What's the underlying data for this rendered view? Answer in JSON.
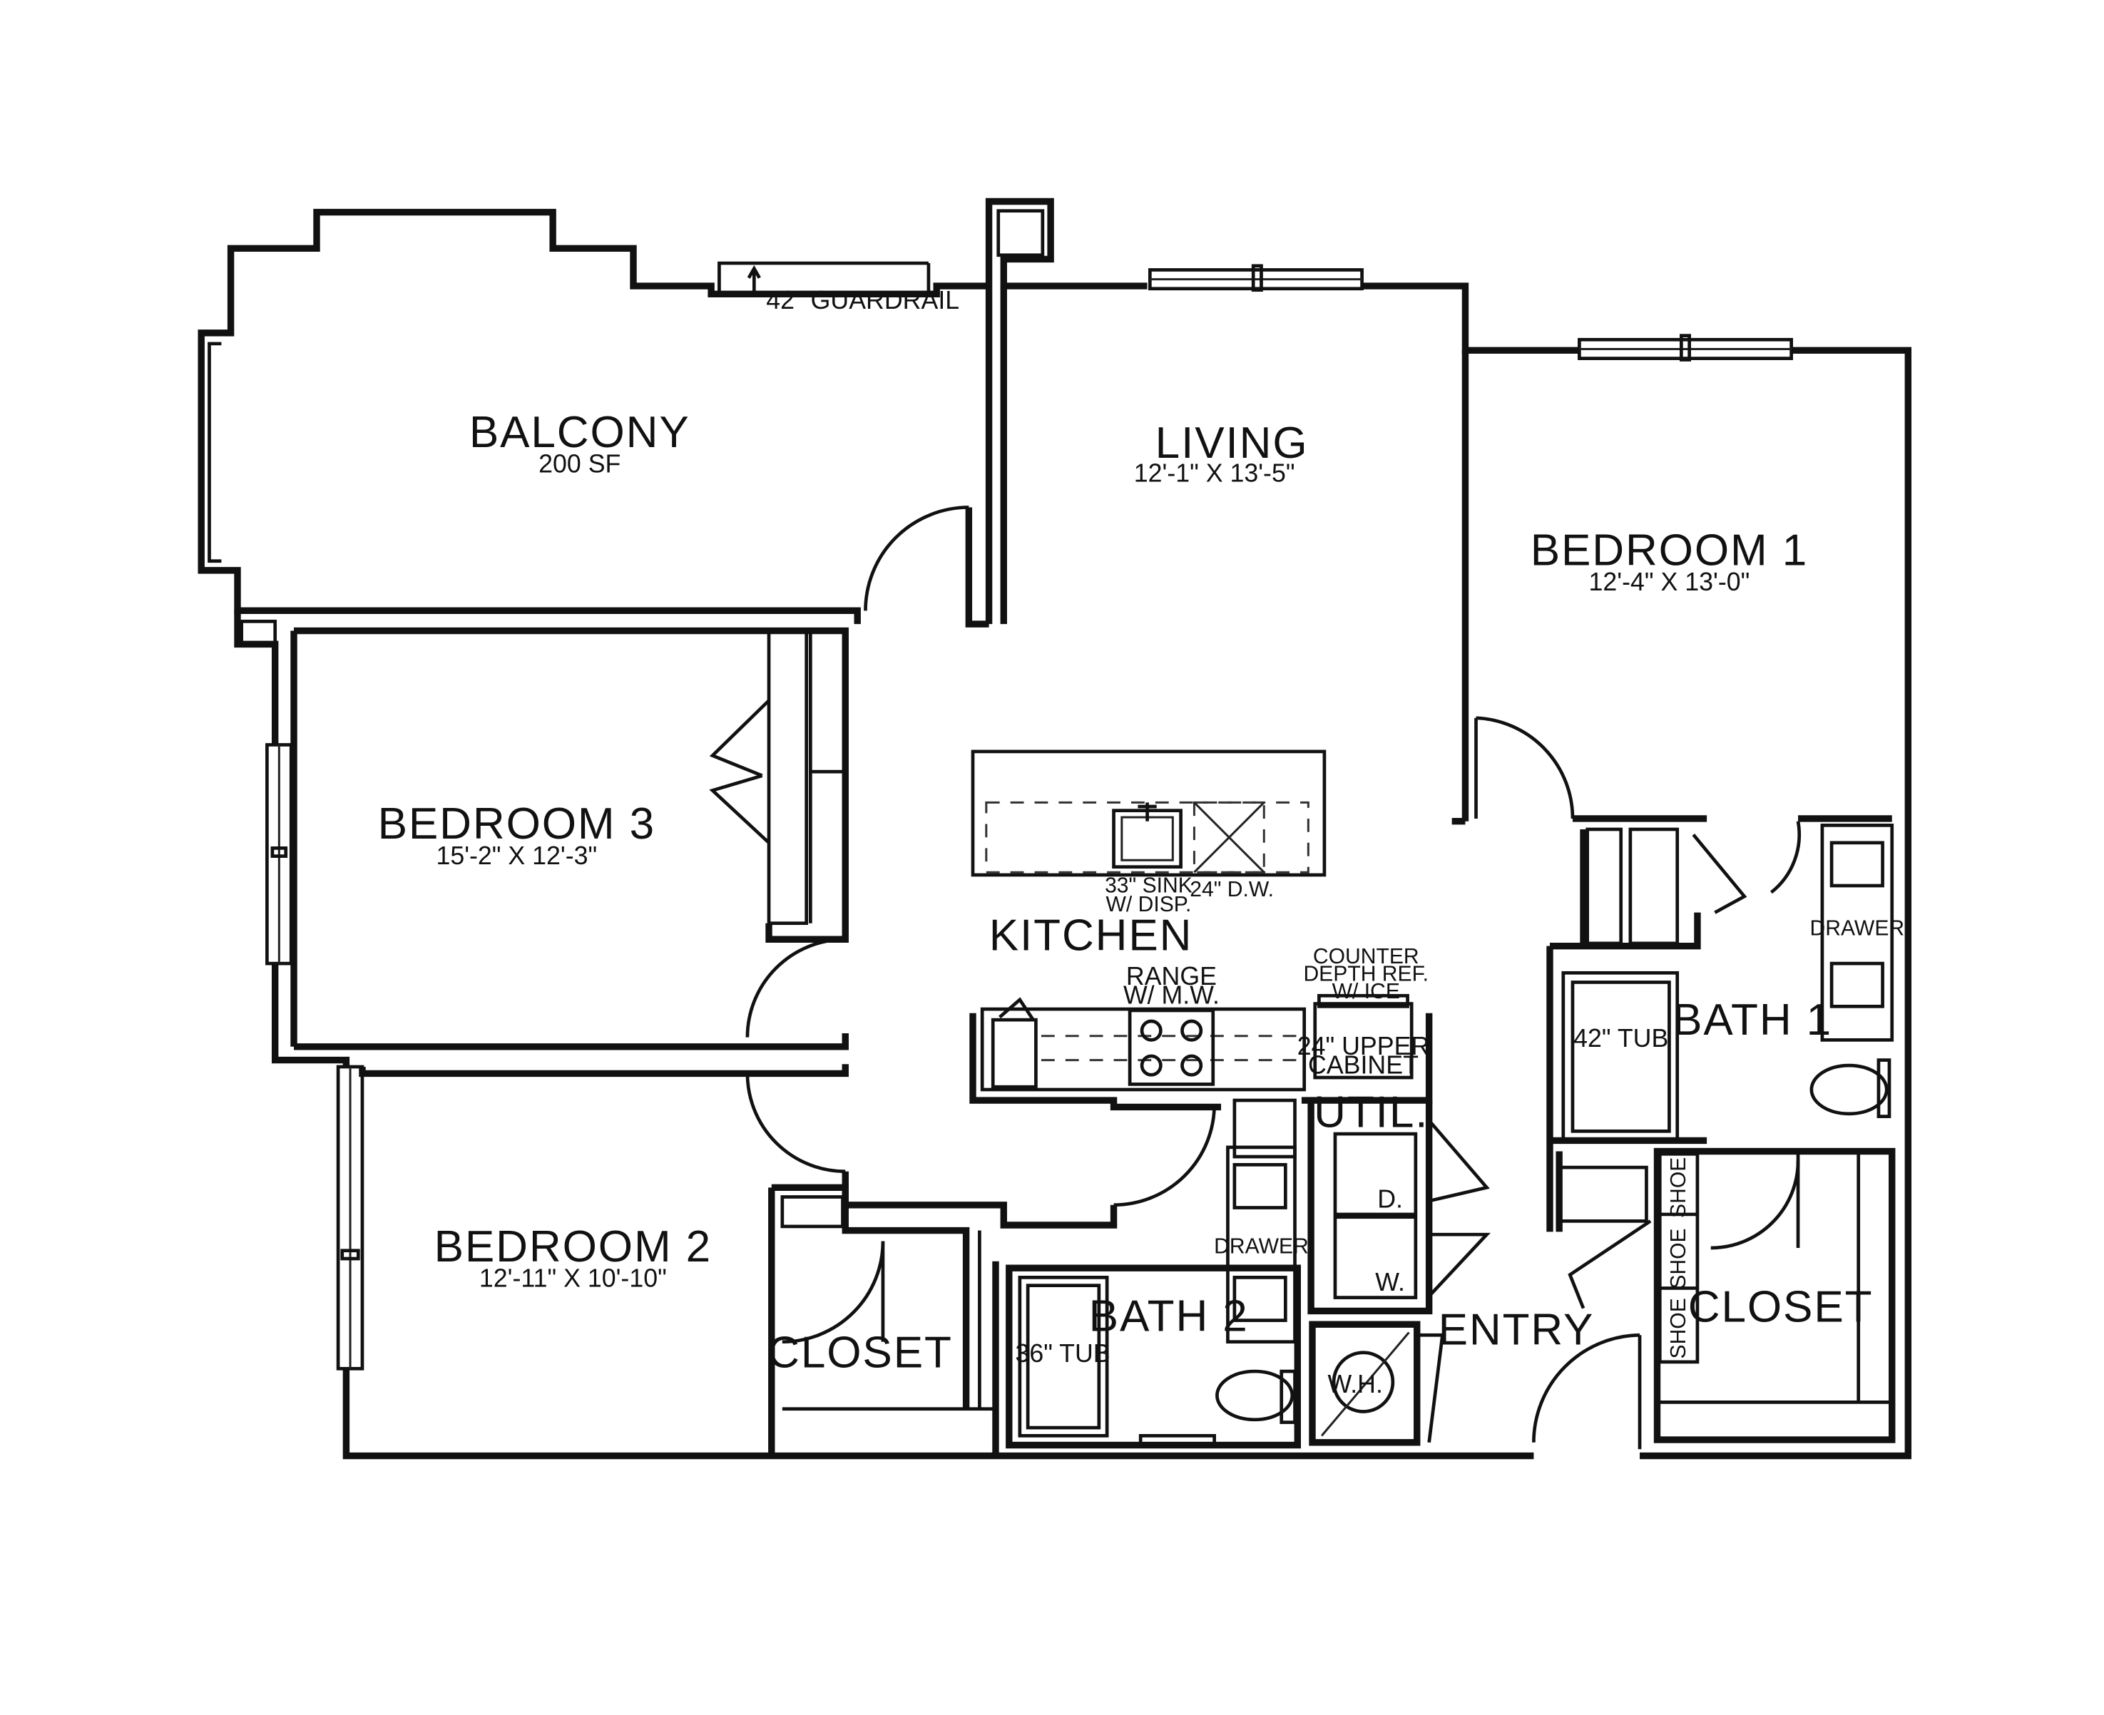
{
  "rooms": {
    "balcony": {
      "name": "BALCONY",
      "area": "200 SF"
    },
    "living": {
      "name": "LIVING",
      "dims": "12'-1\" X 13'-5\""
    },
    "bedroom1": {
      "name": "BEDROOM 1",
      "dims": "12'-4\" X 13'-0\""
    },
    "bedroom3": {
      "name": "BEDROOM 3",
      "dims": "15'-2\" X 12'-3\""
    },
    "bedroom2": {
      "name": "BEDROOM 2",
      "dims": "12'-11\" X 10'-10\""
    },
    "kitchen": {
      "name": "KITCHEN"
    },
    "bath1": {
      "name": "BATH 1"
    },
    "bath2": {
      "name": "BATH 2"
    },
    "util": {
      "name": "UTIL."
    },
    "entry": {
      "name": "ENTRY"
    },
    "closet_left": {
      "name": "CLOSET"
    },
    "closet_right": {
      "name": "CLOSET"
    }
  },
  "fixtures": {
    "guardrail": "42\" GUARDRAIL",
    "sink_line1": "33\" SINK",
    "sink_line2": "W/ DISP.",
    "dishwasher": "24\" D.W.",
    "range_line1": "RANGE",
    "range_line2": "W/ M.W.",
    "fridge_line1": "COUNTER",
    "fridge_line2": "DEPTH REF.",
    "fridge_line3": "W/ ICE",
    "upper_cab_line1": "24\" UPPER",
    "upper_cab_line2": "CABINET",
    "tub_42": "42\" TUB",
    "tub_36": "36\" TUB",
    "drawer_bath1": "DRAWER",
    "drawer_bath2": "DRAWER",
    "dryer": "D.",
    "washer": "W.",
    "water_heater": "W.H.",
    "shoe_1": "SHOE",
    "shoe_2": "SHOE",
    "shoe_3": "SHOE"
  }
}
